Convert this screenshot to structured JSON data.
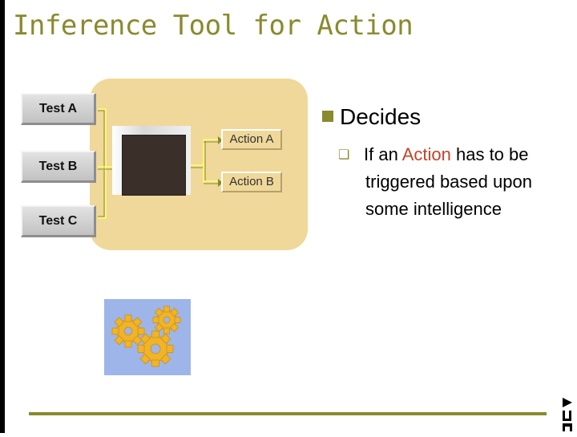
{
  "title": "Inference Tool for Action",
  "diagram": {
    "tests": [
      "Test A",
      "Test B",
      "Test C"
    ],
    "actions": [
      "Action A",
      "Action B"
    ]
  },
  "bullets": {
    "level1": "Decides",
    "level2_pre": "If an ",
    "level2_highlight": "Action",
    "level2_post": " has to be triggered based upon some intelligence"
  },
  "colors": {
    "accent": "#8a8a2e",
    "panel": "#efd89a",
    "highlight": "#c0442a",
    "gears_bg": "#9db5e8",
    "gears": "#f0b429"
  },
  "icons": [
    "gears-icon",
    "logo-icon"
  ],
  "logo_text": "AJU"
}
